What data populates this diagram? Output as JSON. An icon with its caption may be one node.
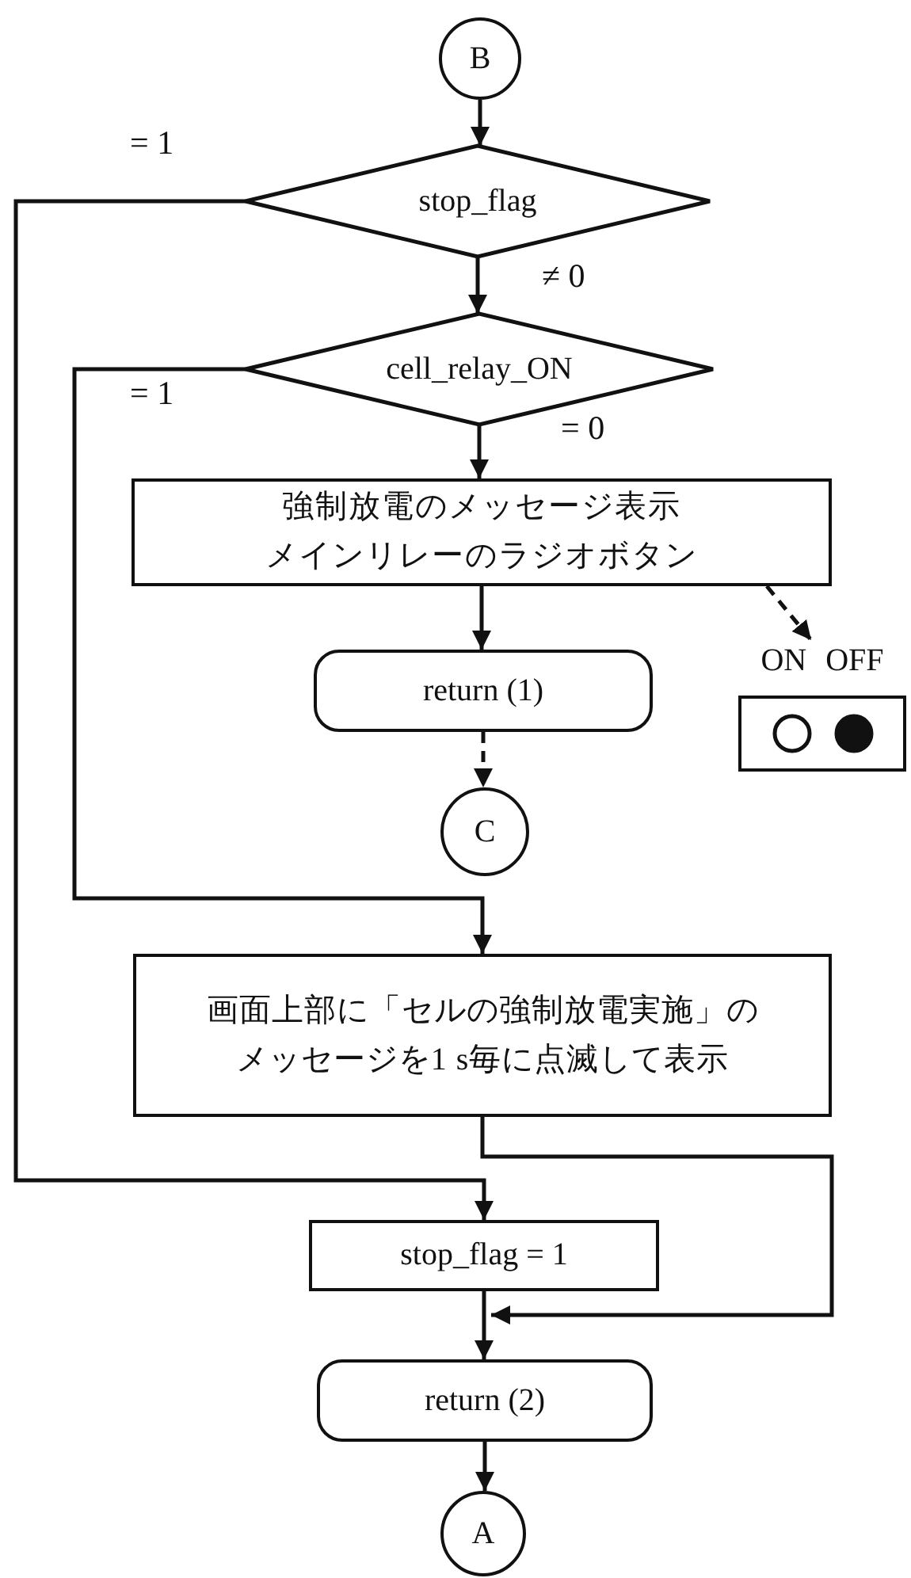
{
  "diagram": {
    "nodes": [
      {
        "text": [
          "B"
        ]
      },
      {
        "text": [
          "stop_flag"
        ]
      },
      {
        "text": [
          "cell_relay_ON"
        ]
      },
      {
        "text": [
          "強制放電のメッセージ表示",
          "メインリレーのラジオボタン"
        ]
      },
      {
        "text": [
          "return (1)"
        ]
      },
      {
        "text": [
          "C"
        ]
      },
      {
        "text": [
          "画面上部に「セルの強制放電実施」のメッセージを1 s毎に点滅して表示"
        ]
      },
      {
        "text": [
          "stop_flag = 1"
        ]
      },
      {
        "text": [
          "return (2)"
        ]
      },
      {
        "text": [
          "A"
        ]
      },
      {
        "text": [
          "ON",
          "OFF"
        ]
      }
    ],
    "edges": [
      {
        "from": 0,
        "to": 1,
        "arrow": "to"
      },
      {
        "from": 1,
        "to": 2,
        "arrow": "to",
        "label": "≠ 0"
      },
      {
        "from": 1,
        "to": 7,
        "arrow": "to",
        "label": "= 1"
      },
      {
        "from": 2,
        "to": 3,
        "arrow": "to",
        "label": "= 0"
      },
      {
        "from": 2,
        "to": 6,
        "arrow": "to",
        "label": "= 1"
      },
      {
        "from": 3,
        "to": 4,
        "arrow": "to"
      },
      {
        "from": 3,
        "to": 10,
        "arrow": "to",
        "style": "dashed"
      },
      {
        "from": 4,
        "to": 5,
        "arrow": "to",
        "style": "dashed"
      },
      {
        "from": 6,
        "to": 8,
        "arrow": "to"
      },
      {
        "from": 7,
        "to": 8,
        "arrow": "to"
      },
      {
        "from": 8,
        "to": 9,
        "arrow": "to"
      }
    ]
  }
}
